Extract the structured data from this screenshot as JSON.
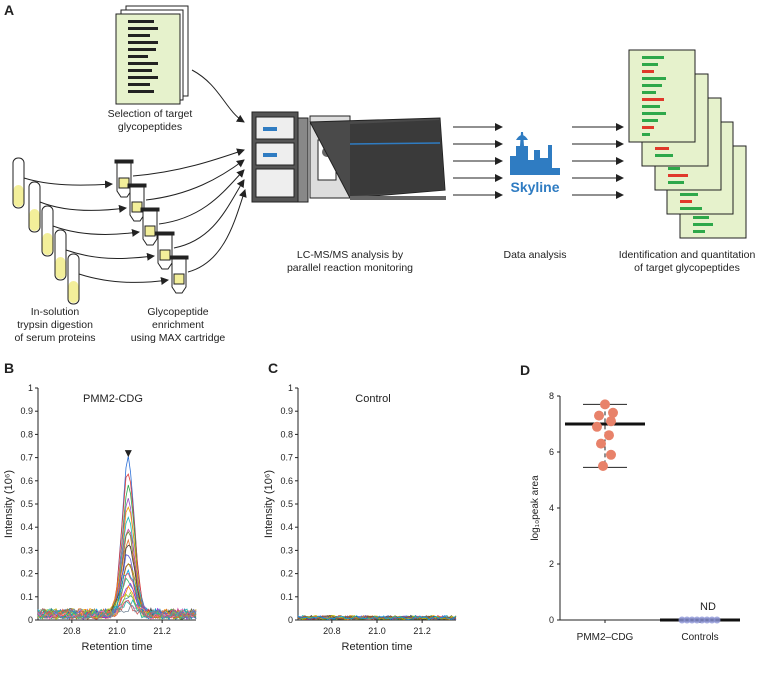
{
  "panels": {
    "a": "A",
    "b": "B",
    "c": "C",
    "d": "D"
  },
  "workflow": {
    "selection_label": "Selection of target\nglycopeptides",
    "digestion_label": "In-solution\ntrypsin digestion\nof serum proteins",
    "enrichment_label": "Glycopeptide\nenrichment\nusing MAX cartridge",
    "lcms_label": "LC-MS/MS analysis by\nparallel reaction monitoring",
    "data_label": "Data analysis",
    "ident_label": "Identification and quantitation\nof target glycopeptides",
    "software_name": "Skyline",
    "colors": {
      "tube_fill": "#f3ef9a",
      "doc_fill": "#e6f2cc",
      "green_bar": "#2ea84a",
      "red_bar": "#e0392b",
      "instrument": "#4a4a4a",
      "skyline_blue": "#2f7cc2"
    }
  },
  "chart_data": [
    {
      "type": "line",
      "panel": "B",
      "title": "PMM2-CDG",
      "xlabel": "Retention time",
      "ylabel": "Intensity (10⁶)",
      "xlim": [
        20.65,
        21.35
      ],
      "ylim": [
        0,
        1.0
      ],
      "xticks": [
        20.8,
        21.0,
        21.2
      ],
      "yticks": [
        0,
        0.1,
        0.2,
        0.3,
        0.4,
        0.5,
        0.6,
        0.7,
        0.8,
        0.9,
        1.0
      ],
      "ytick_labels": [
        "0",
        "0.1",
        "0.2",
        "0.3",
        "0.4",
        "0.5",
        "0.6",
        "0.7",
        "0.8",
        "0.9",
        "1"
      ],
      "peak_center": 21.05,
      "peak_values": [
        0.66,
        0.62,
        0.55,
        0.5,
        0.46,
        0.42,
        0.38,
        0.35,
        0.32,
        0.29,
        0.26,
        0.23,
        0.21,
        0.19,
        0.17,
        0.15,
        0.13,
        0.11,
        0.09,
        0.08,
        0.06,
        0.05,
        0.04,
        0.03
      ],
      "baseline_max": 0.05,
      "annotation": "▼"
    },
    {
      "type": "line",
      "panel": "C",
      "title": "Control",
      "xlabel": "Retention time",
      "ylabel": "Intensity (10⁶)",
      "xlim": [
        20.65,
        21.35
      ],
      "ylim": [
        0,
        1.0
      ],
      "xticks": [
        20.8,
        21.0,
        21.2
      ],
      "yticks": [
        0,
        0.1,
        0.2,
        0.3,
        0.4,
        0.5,
        0.6,
        0.7,
        0.8,
        0.9,
        1.0
      ],
      "ytick_labels": [
        "0",
        "0.1",
        "0.2",
        "0.3",
        "0.4",
        "0.5",
        "0.6",
        "0.7",
        "0.8",
        "0.9",
        "1"
      ],
      "baseline_max": 0.02
    },
    {
      "type": "scatter",
      "panel": "D",
      "ylabel": "log₁₀peak area",
      "categories": [
        "PMM2–CDG",
        "Controls"
      ],
      "ylim": [
        0,
        8
      ],
      "yticks": [
        0,
        2,
        4,
        6,
        8
      ],
      "series": [
        {
          "values": [
            7.7,
            7.4,
            7.3,
            7.1,
            6.9,
            6.6,
            6.3,
            5.9,
            5.5
          ]
        },
        {
          "values": [
            0,
            0,
            0,
            0,
            0,
            0,
            0,
            0
          ]
        }
      ],
      "median": [
        7.0,
        0
      ],
      "range": [
        [
          5.45,
          7.7
        ],
        [
          0,
          0
        ]
      ],
      "annotation": "ND",
      "colors": {
        "cases": "#e8826a",
        "controls": "#8b93d6"
      }
    }
  ]
}
